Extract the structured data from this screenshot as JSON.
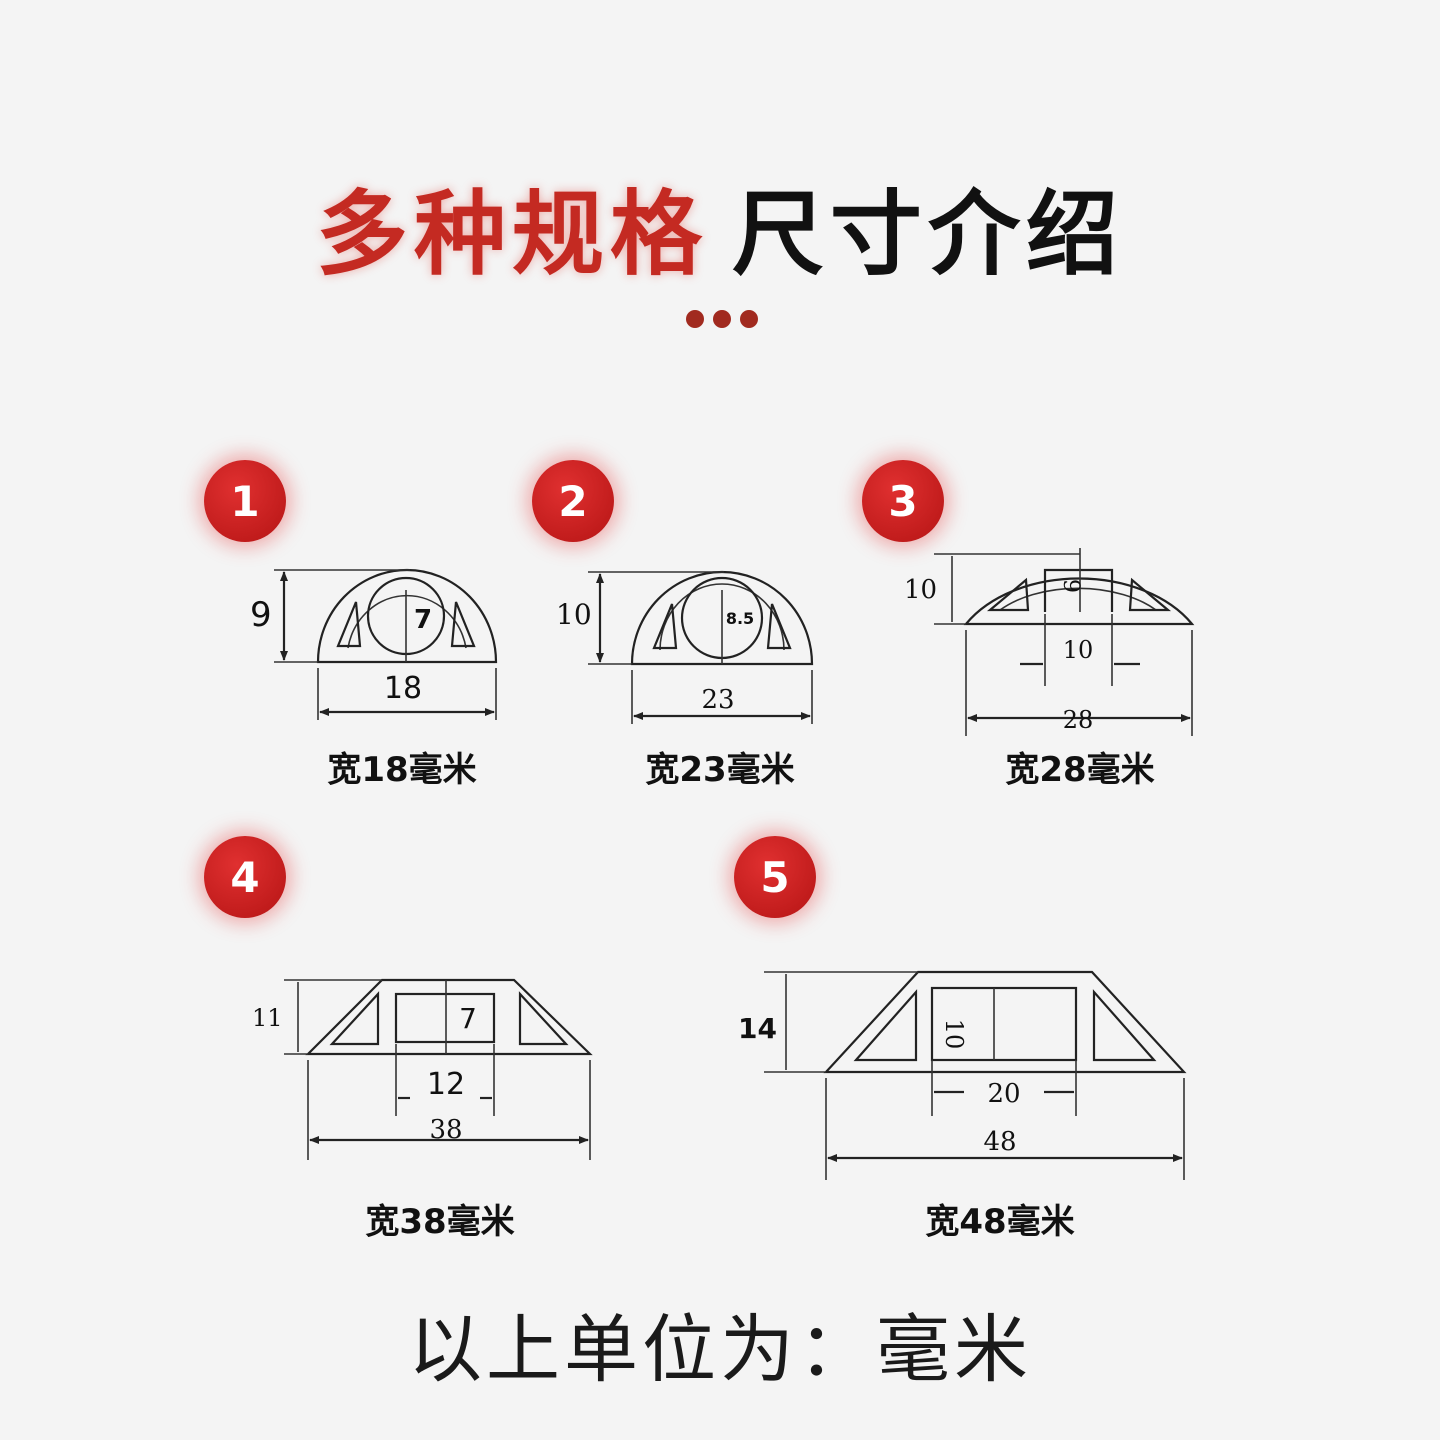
{
  "title": {
    "red_part": "多种规格",
    "black_part": "尺寸介绍"
  },
  "colors": {
    "accent_red": "#c42a22",
    "badge_red": "#d01f1f",
    "background": "#f4f4f4"
  },
  "specs": [
    {
      "number": "1",
      "height": "9",
      "width": "18",
      "inner": "7",
      "caption": "宽18毫米"
    },
    {
      "number": "2",
      "height": "10",
      "width": "23",
      "inner": "8.5",
      "caption": "宽23毫米"
    },
    {
      "number": "3",
      "height": "10",
      "width": "28",
      "inner_height": "9",
      "inner_width": "10",
      "caption": "宽28毫米"
    },
    {
      "number": "4",
      "height": "11",
      "width": "38",
      "inner_height": "7",
      "inner_width": "12",
      "caption": "宽38毫米"
    },
    {
      "number": "5",
      "height": "14",
      "width": "48",
      "inner_height": "10",
      "inner_width": "20",
      "caption": "宽48毫米"
    }
  ],
  "footer": "以上单位为：毫米"
}
